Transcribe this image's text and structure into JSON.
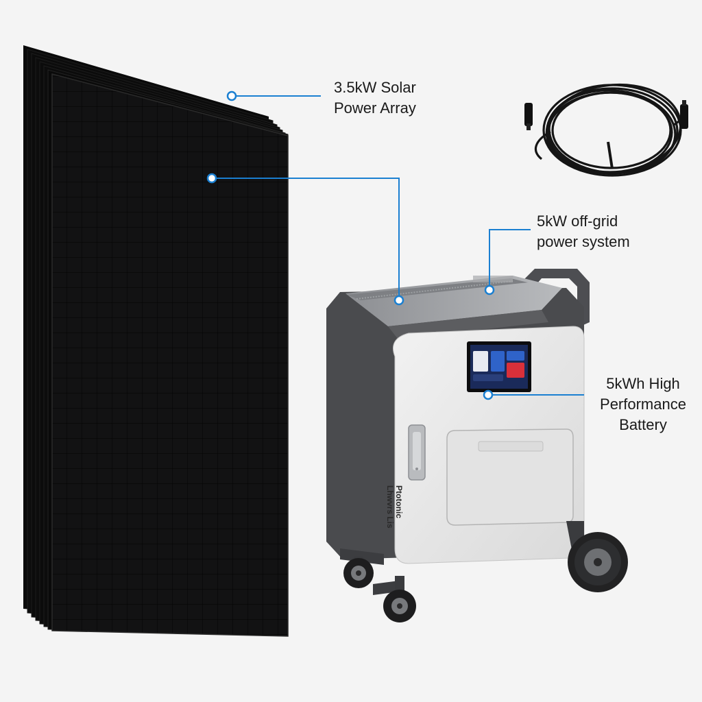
{
  "callouts": {
    "solar_array": {
      "line1": "3.5kW Solar",
      "line2": "Power Array"
    },
    "offgrid_system": {
      "line1": "5kW off-grid",
      "line2": "power system"
    },
    "battery": {
      "line1": "5kWh High",
      "line2": "Performance",
      "line3": "Battery"
    }
  },
  "product": {
    "brand_line1": "Ptotonic",
    "brand_line2": "Lhwvrs Lis"
  },
  "colors": {
    "callout_line": "#1a7fd1",
    "panel": "#0f0f10",
    "unit_body": "#e6e6e6",
    "unit_frame": "#4a4b4e",
    "background": "#f4f4f4"
  }
}
